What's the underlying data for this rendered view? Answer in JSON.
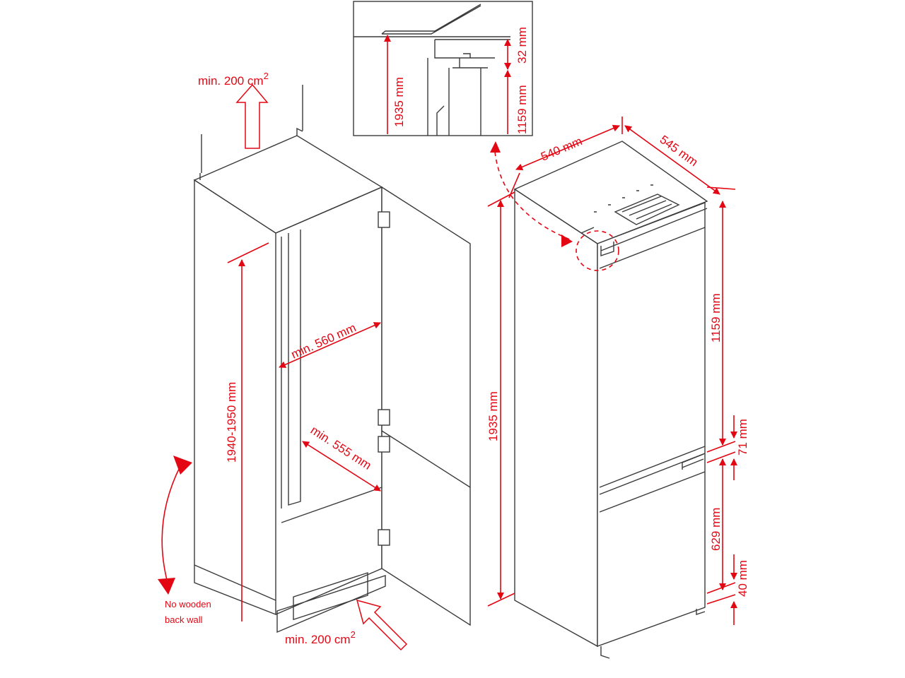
{
  "labels": {
    "vent_top": "min. 200 cm",
    "vent_top_sup": "2",
    "vent_bottom": "min. 200 cm",
    "vent_bottom_sup": "2",
    "niche_height": "1940-1950 mm",
    "min_width": "min. 560 mm",
    "min_depth": "min. 555 mm",
    "no_wall_line1": "No wooden",
    "no_wall_line2": "back wall",
    "fridge_width": "540 mm",
    "fridge_depth": "545 mm",
    "fridge_height": "1935 mm",
    "upper_door": "1159 mm",
    "gap_mid": "71 mm",
    "lower_door": "629 mm",
    "gap_bottom": "40 mm",
    "inset_height": "1935 mm",
    "inset_gap": "32 mm",
    "inset_door": "1159 mm"
  },
  "colors": {
    "accent": "#e30613",
    "line": "#3a3a3a"
  }
}
